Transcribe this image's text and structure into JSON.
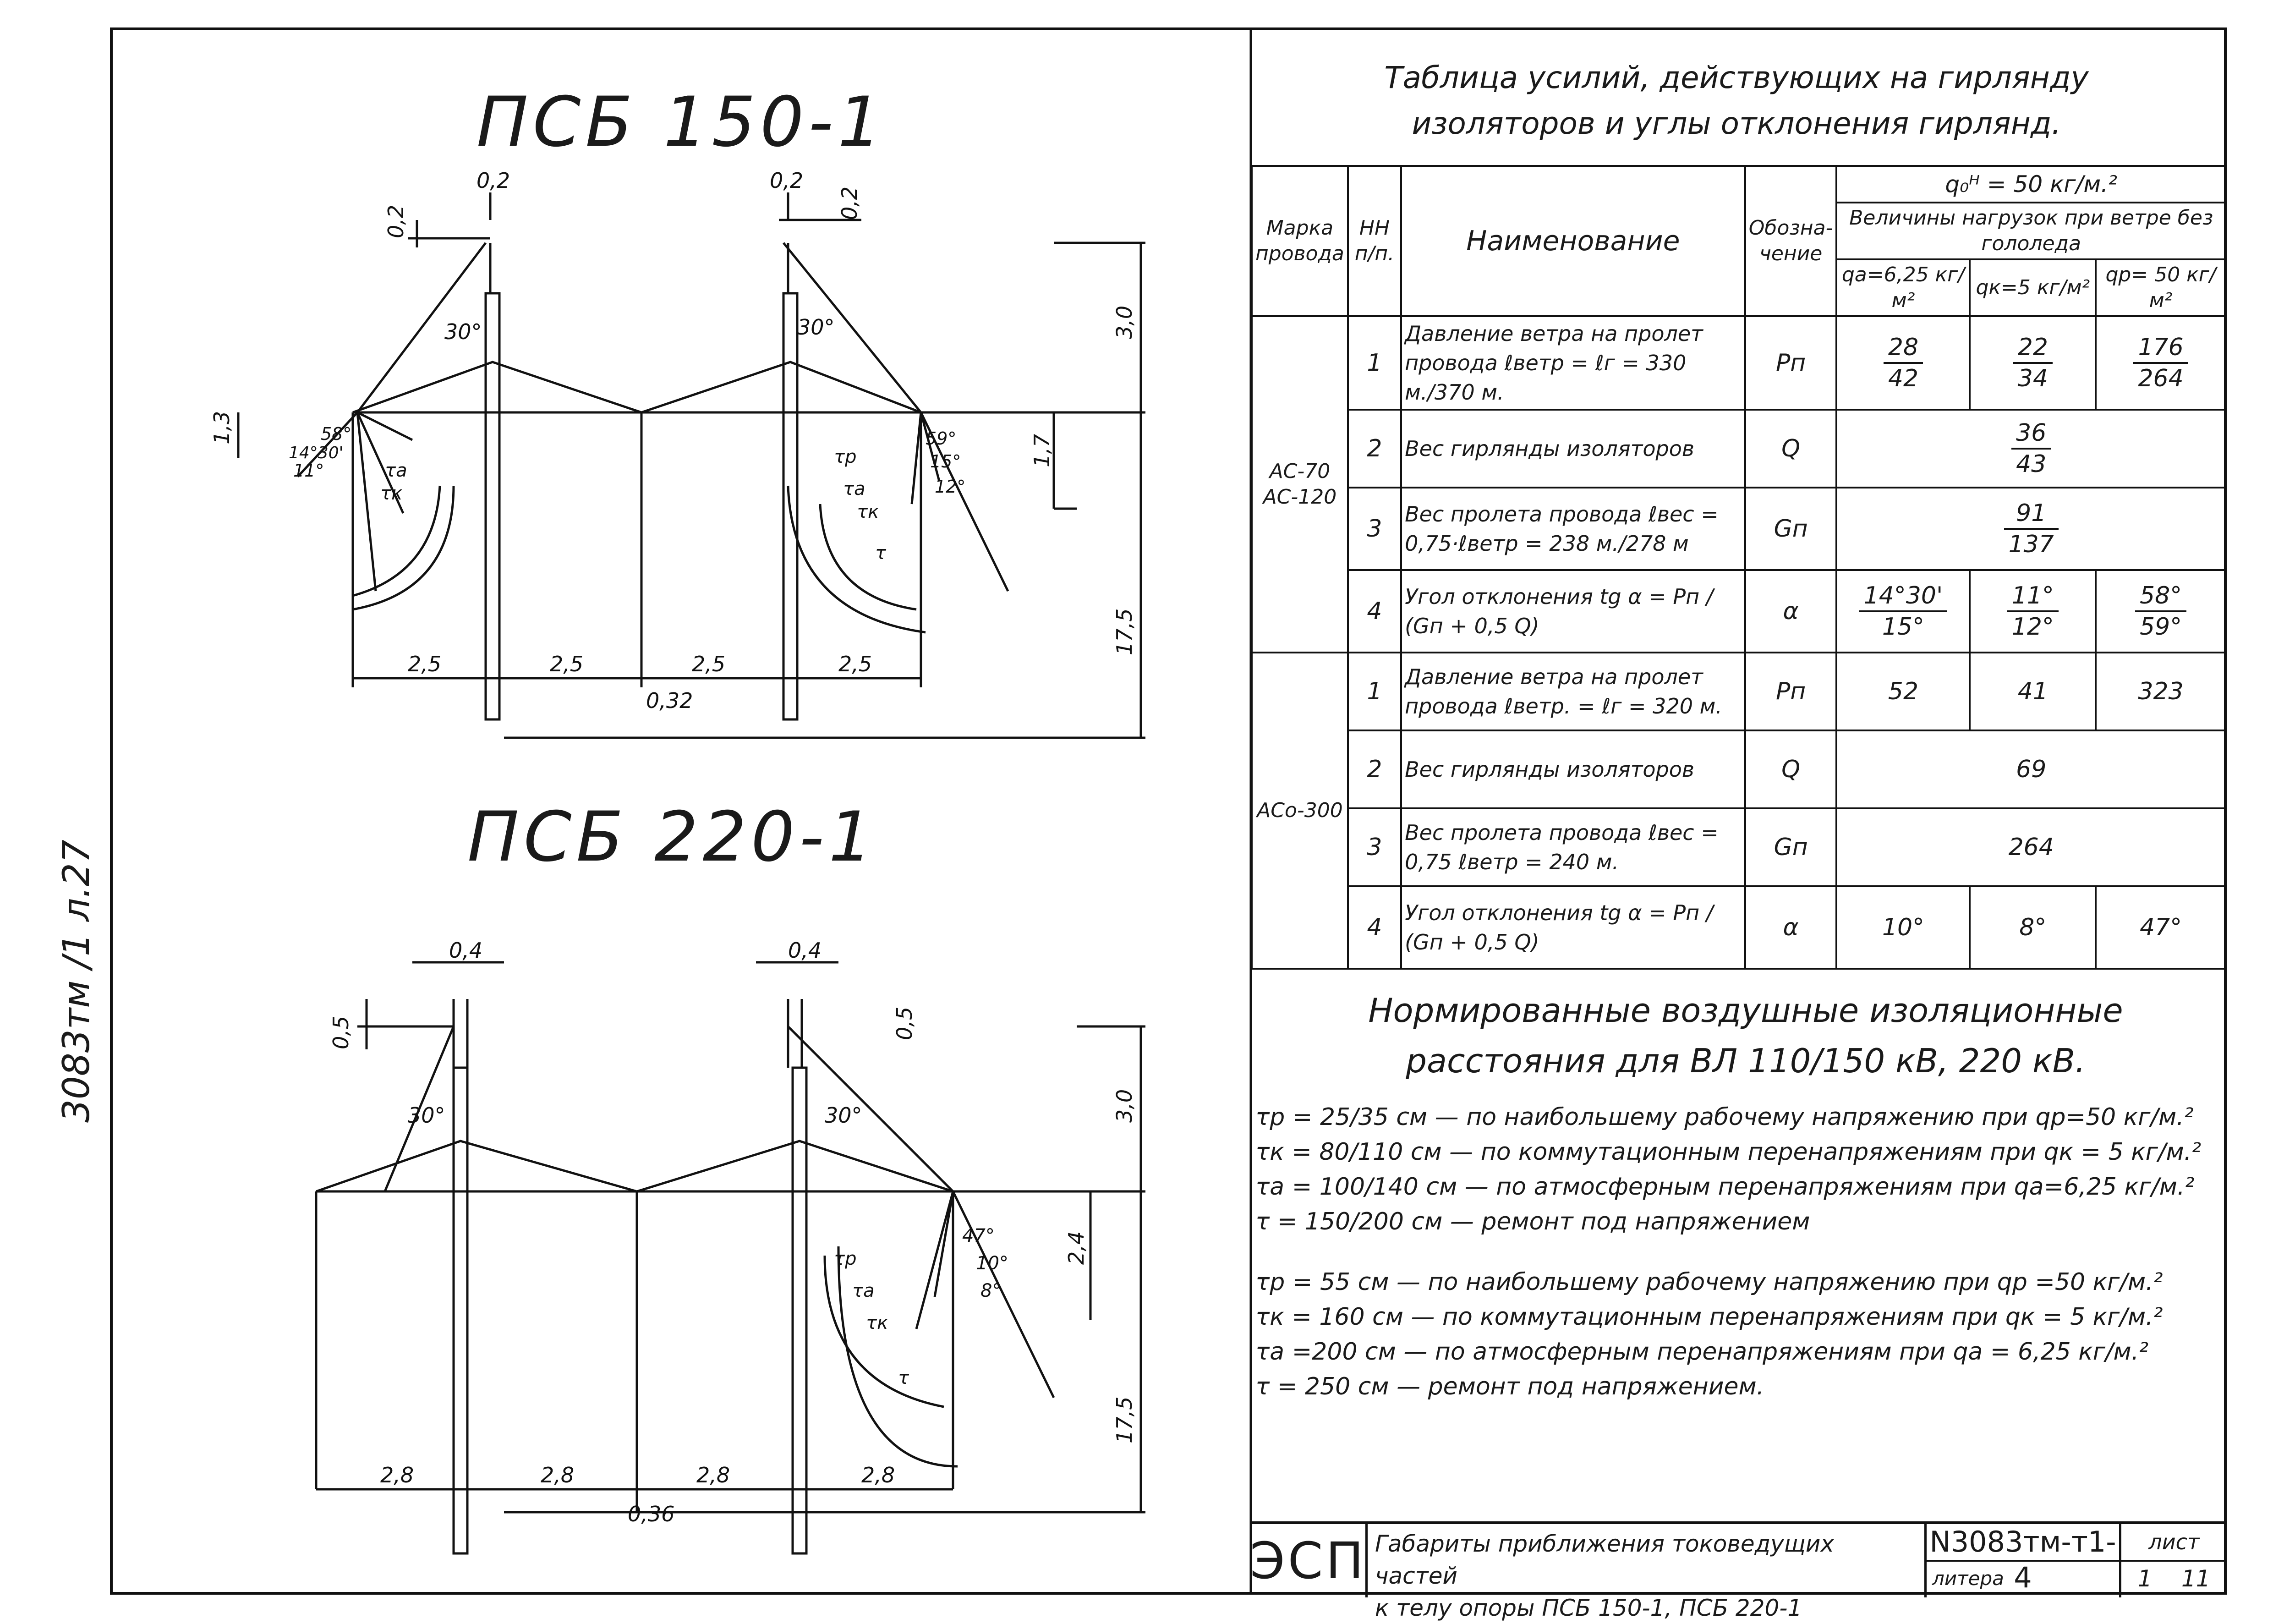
{
  "sheet_id": "3083тм /1 л.27",
  "diagram1": {
    "title": "ПСБ 150-1",
    "dims": {
      "top_w": "0,2",
      "top_h": "0,2",
      "top_w2": "0,2",
      "top_h2": "0,2",
      "h_3": "3,0",
      "h_13": "1,3",
      "h_17": "1,7",
      "h_175": "17,5",
      "s1": "2,5",
      "s2": "2,5",
      "s3": "2,5",
      "s4": "2,5",
      "pole": "0,32"
    },
    "angles": {
      "a30l": "30°",
      "a30r": "30°",
      "a58": "58°",
      "a1430": "14°30'",
      "a11": "11°",
      "a59": "59°",
      "a15": "15°",
      "a12": "12°"
    },
    "labels": {
      "ra": "τa",
      "rk": "τк",
      "rp": "τр",
      "r": "τ"
    }
  },
  "diagram2": {
    "title": "ПСБ 220-1",
    "dims": {
      "top_w": "0,4",
      "top_w2": "0,4",
      "top_h": "0,5",
      "top_h2": "0,5",
      "h_3": "3,0",
      "h_24": "2,4",
      "h_175": "17,5",
      "s1": "2,8",
      "s2": "2,8",
      "s3": "2,8",
      "s4": "2,8",
      "pole": "0,36"
    },
    "angles": {
      "a30l": "30°",
      "a30r": "30°",
      "a47": "47°",
      "a10": "10°",
      "a8": "8°"
    },
    "labels": {
      "ra": "τa",
      "rk": "τк",
      "rp": "τр",
      "r": "τ"
    }
  },
  "table": {
    "title_line1": "Таблица усилий, действующих на гирлянду",
    "title_line2": "изоляторов и углы отклонения гирлянд.",
    "h_mark": "Марка провода",
    "h_num": "НН п/п.",
    "h_name": "Наименование",
    "h_sym": "Обозна-чение",
    "h_q0": "q₀ᴴ = 50 кг/м.²",
    "h_loads": "Величины нагрузок при ветре без гололеда",
    "h_qa": "qa=6,25 кг/м²",
    "h_qk": "qк=5 кг/м²",
    "h_qp": "qр= 50 кг/м²",
    "g1_mark1": "АС-70",
    "g1_mark2": "АС-120",
    "g2_mark": "АСо-300",
    "r1_n": "1",
    "r1_name": "Давление ветра на пролет провода ℓветр = ℓг = 330 м./370 м.",
    "r1_sym": "Pп",
    "r1_a_num": "28",
    "r1_a_den": "42",
    "r1_k_num": "22",
    "r1_k_den": "34",
    "r1_p_num": "176",
    "r1_p_den": "264",
    "r2_n": "2",
    "r2_name": "Вес гирлянды изоляторов",
    "r2_sym": "Q",
    "r2_num": "36",
    "r2_den": "43",
    "r3_n": "3",
    "r3_name": "Вес пролета провода ℓвес = 0,75·ℓветр = 238 м./278 м",
    "r3_sym": "Gп",
    "r3_num": "91",
    "r3_den": "137",
    "r4_n": "4",
    "r4_name": "Угол отклонения tg α = Pп / (Gп + 0,5 Q)",
    "r4_sym": "α",
    "r4_a_num": "14°30'",
    "r4_a_den": "15°",
    "r4_k_num": "11°",
    "r4_k_den": "12°",
    "r4_p_num": "58°",
    "r4_p_den": "59°",
    "s1_n": "1",
    "s1_name": "Давление ветра на пролет провода ℓветр. = ℓг = 320 м.",
    "s1_sym": "Pп",
    "s1_a": "52",
    "s1_k": "41",
    "s1_p": "323",
    "s2_n": "2",
    "s2_name": "Вес гирлянды изоляторов",
    "s2_sym": "Q",
    "s2_v": "69",
    "s3_n": "3",
    "s3_name": "Вес пролета провода ℓвес = 0,75 ℓветр = 240 м.",
    "s3_sym": "Gп",
    "s3_v": "264",
    "s4_n": "4",
    "s4_name": "Угол отклонения tg α = Pп / (Gп + 0,5 Q)",
    "s4_sym": "α",
    "s4_a": "10°",
    "s4_k": "8°",
    "s4_p": "47°"
  },
  "norm": {
    "title_line1": "Нормированные воздушные изоляционные",
    "title_line2": "расстояния для ВЛ 110/150 кВ, 220 кВ.",
    "lines1": [
      "τр = 25/35 см — по наибольшему рабочему напряжению при qр=50 кг/м.²",
      "τк = 80/110 см — по коммутационным перенапряжениям при qк = 5 кг/м.²",
      "τа = 100/140 см — по атмосферным перенапряжениям при qа=6,25 кг/м.²",
      "τ = 150/200 см — ремонт под напряжением"
    ],
    "lines2": [
      "τр = 55 см — по наибольшему рабочему напряжению при qр =50 кг/м.²",
      "τк = 160 см — по коммутационным перенапряжениям при qк = 5 кг/м.²",
      "τа =200 см — по атмосферным перенапряжениям при qа = 6,25 кг/м.²",
      "τ = 250 см — ремонт под напряжением."
    ]
  },
  "stamp": {
    "org": "ЭСП",
    "desc_line1": "Габариты приближения токоведущих частей",
    "desc_line2": "к телу опоры ПСБ 150-1, ПСБ 220-1",
    "code": "N3083тм-т1-4",
    "litera": "литера",
    "sheet_label": "лист",
    "sheet_no": "1",
    "sheet_total": "11"
  }
}
